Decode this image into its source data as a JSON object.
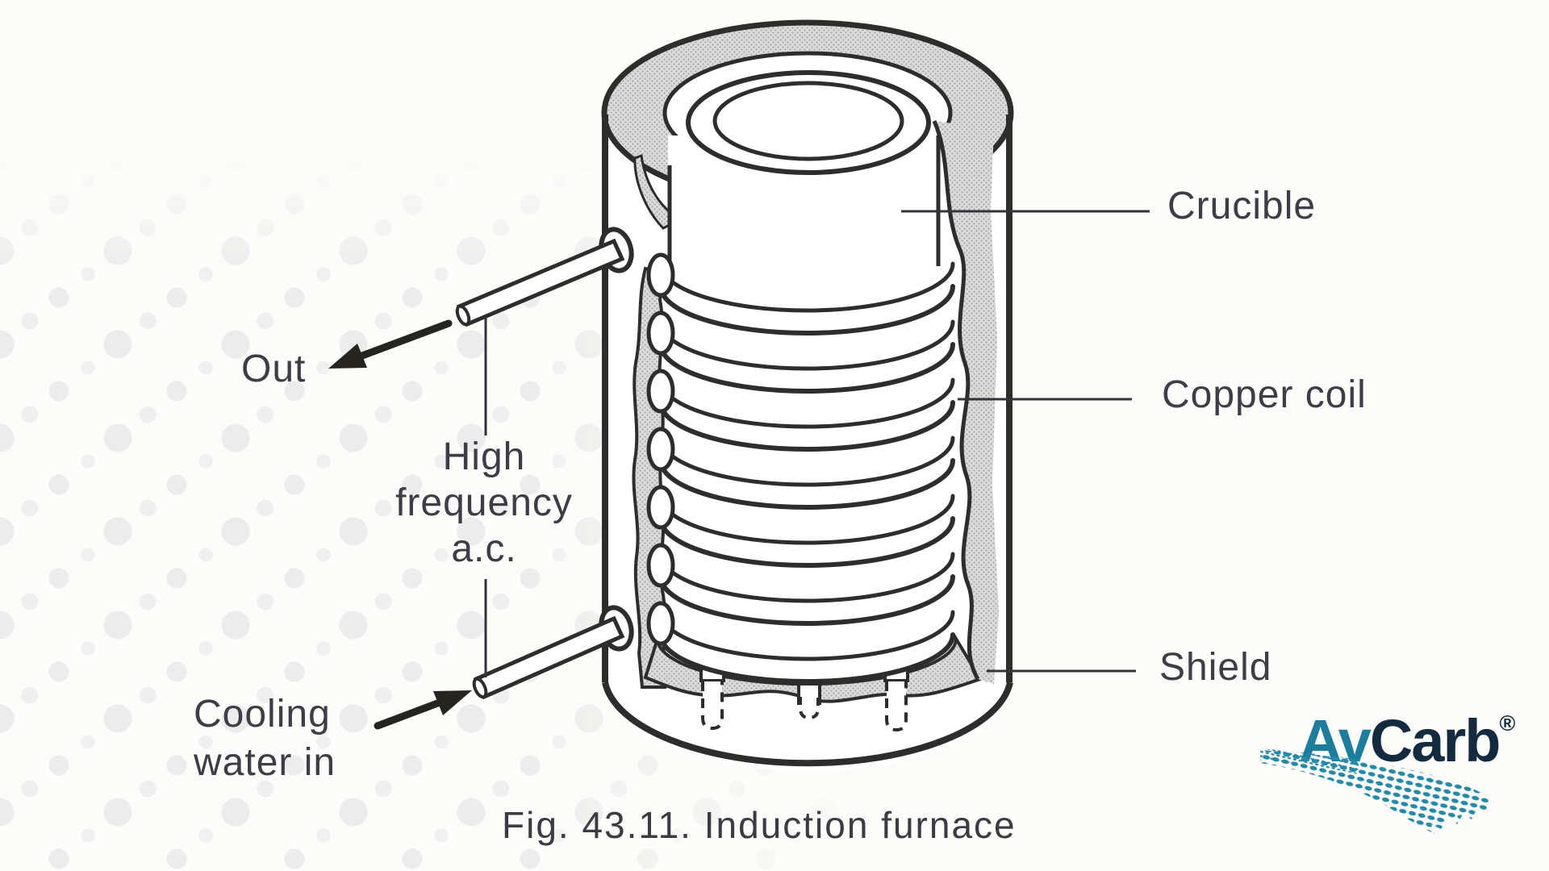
{
  "figure": {
    "caption": "Fig. 43.11. Induction furnace",
    "part_labels": {
      "crucible": "Crucible",
      "copper_coil": "Copper coil",
      "shield": "Shield"
    },
    "flow_labels": {
      "out": "Out",
      "high_frequency_line1": "High",
      "high_frequency_line2": "frequency",
      "high_frequency_line3": "a.c.",
      "cooling_line1": "Cooling",
      "cooling_line2": "water in"
    }
  },
  "logo": {
    "text_primary": "Av",
    "text_secondary": "Carb",
    "registered_mark": "®",
    "color_primary": "#1E7D9C",
    "color_secondary": "#132A3F",
    "mesh_color": "#2689A8"
  },
  "colors": {
    "background": "#FCFCFA",
    "drawing_ink": "#2E2D2B",
    "label_text": "#3D3D45",
    "stipple_gray": "#DCDCDC",
    "halftone_dot": "#ECECEC"
  }
}
